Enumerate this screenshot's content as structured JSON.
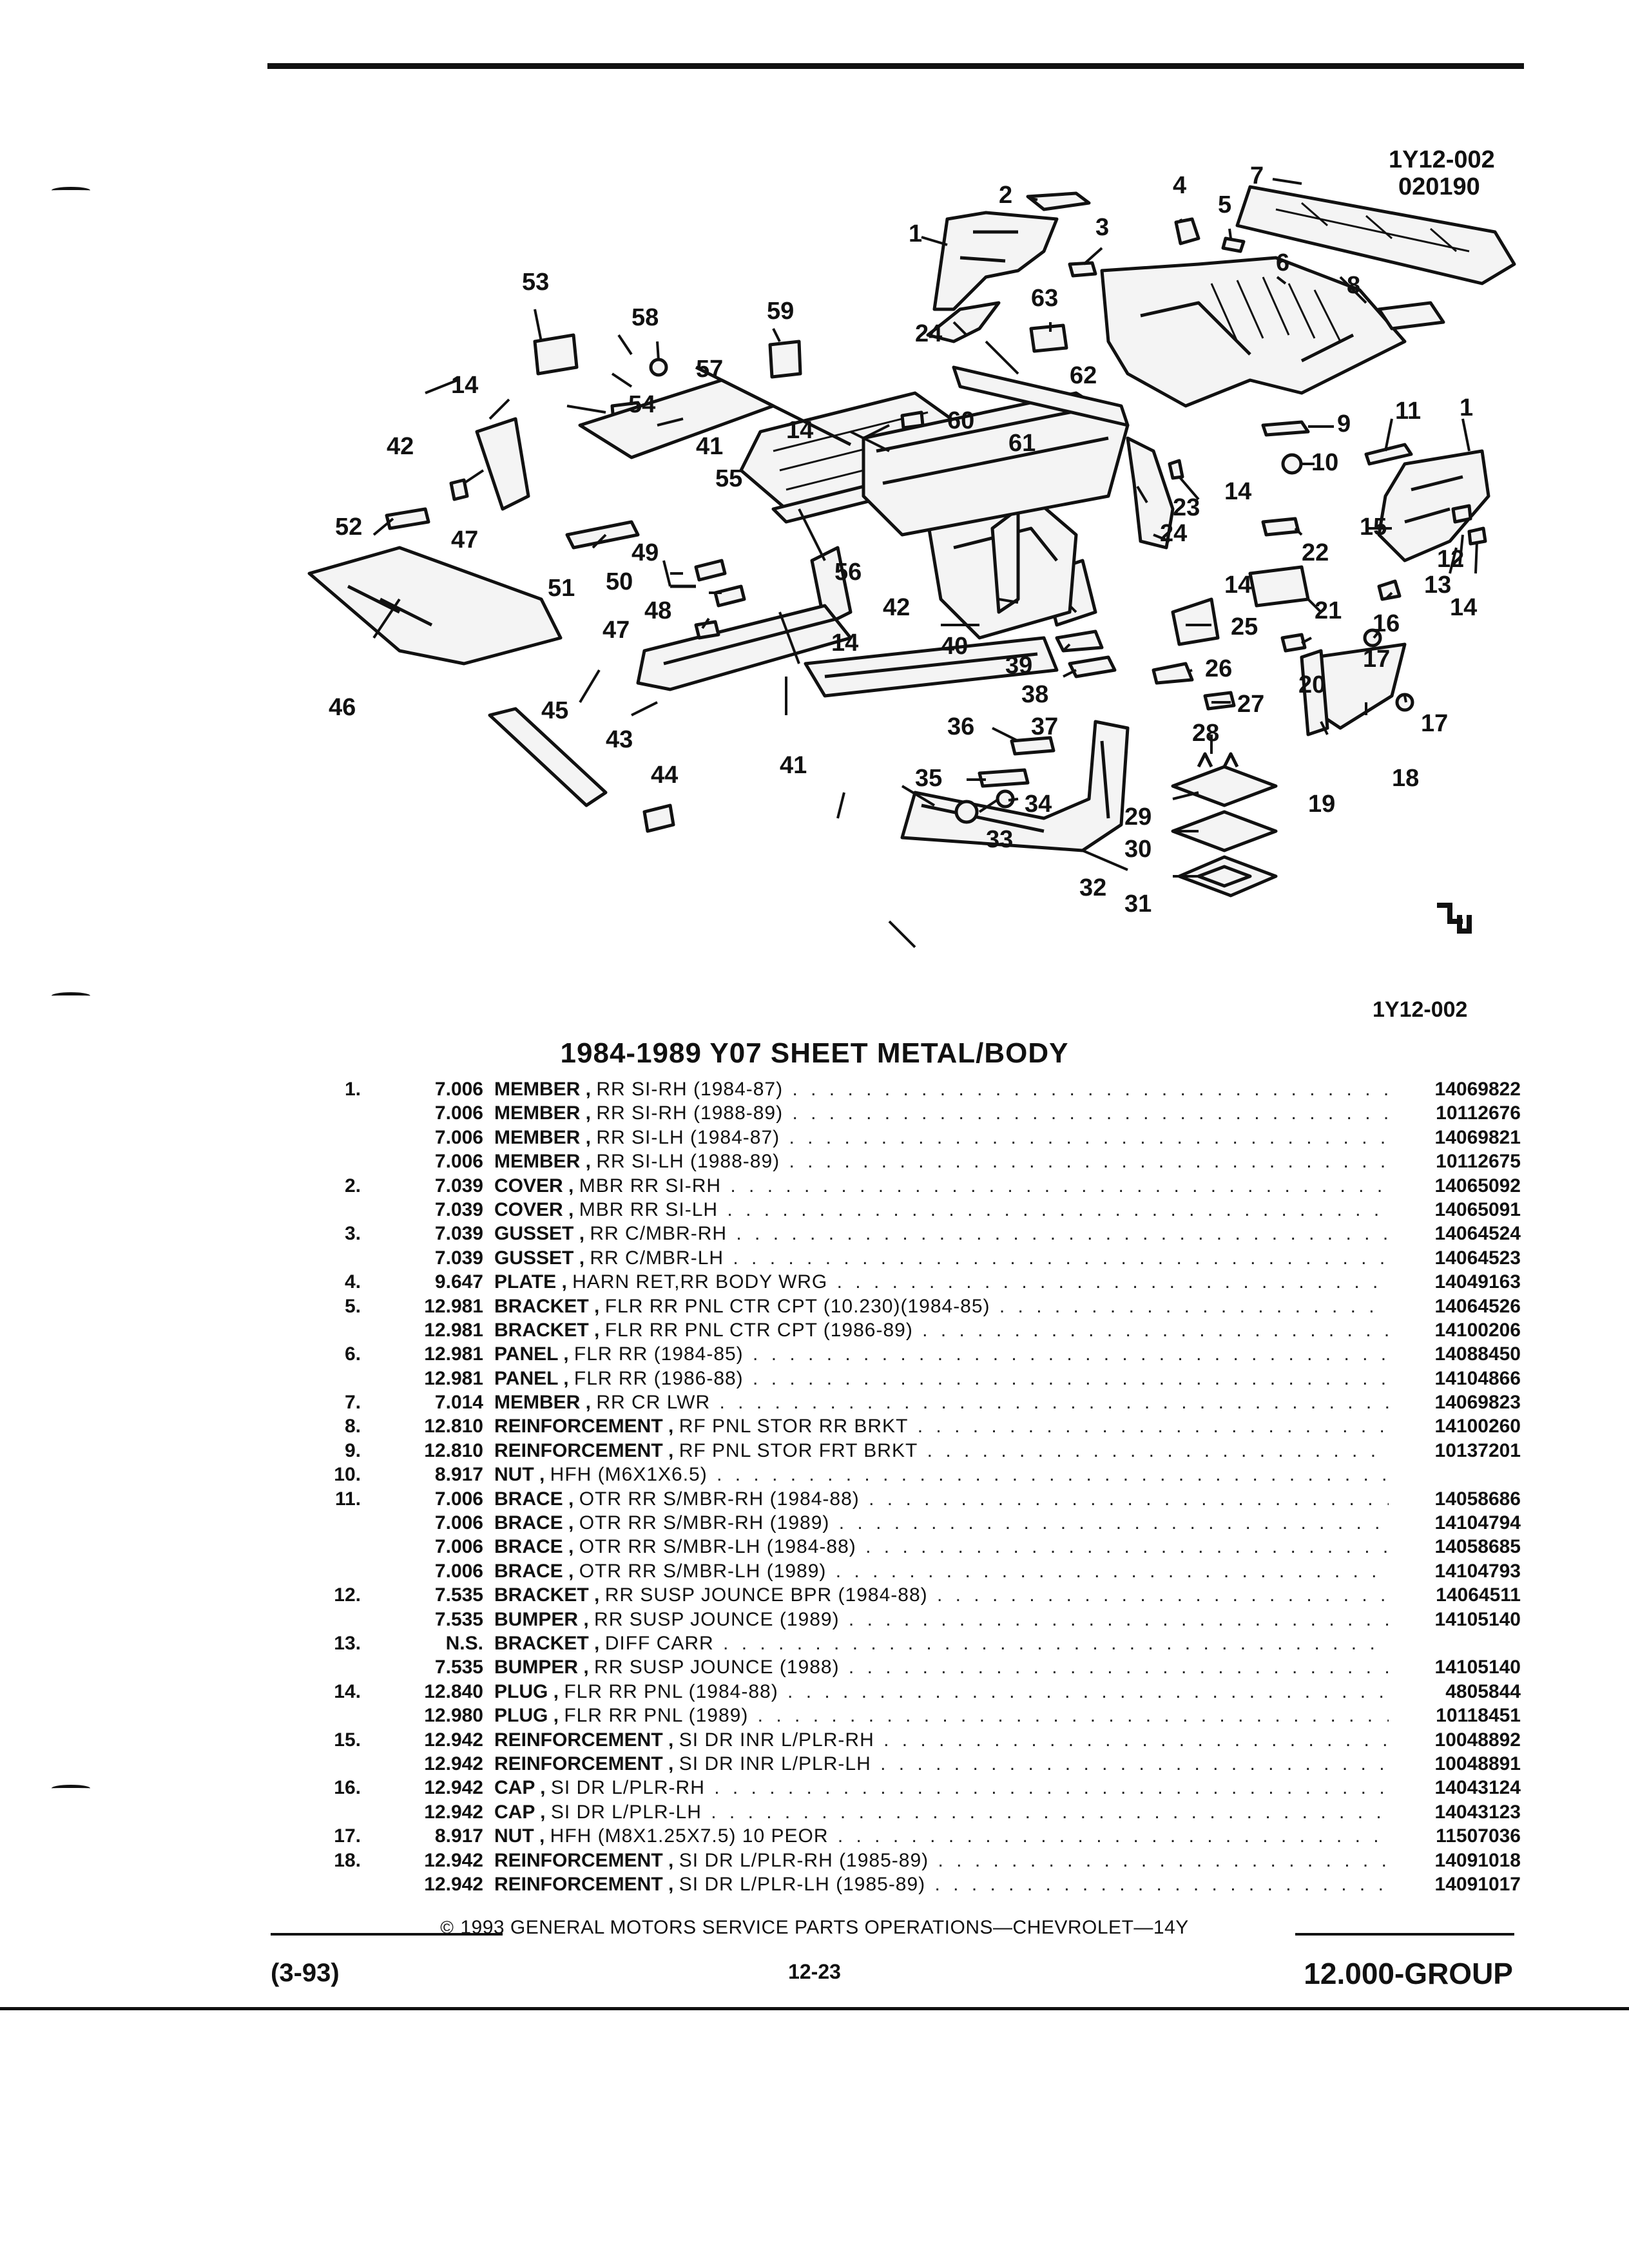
{
  "figure": {
    "ref_top": "1Y12-002",
    "ref_date": "020190",
    "ref_bottom": "1Y12-002",
    "callouts": [
      "1",
      "2",
      "3",
      "4",
      "5",
      "6",
      "7",
      "8",
      "9",
      "10",
      "11",
      "12",
      "13",
      "14",
      "15",
      "16",
      "17",
      "18",
      "19",
      "20",
      "21",
      "22",
      "23",
      "24",
      "25",
      "26",
      "27",
      "28",
      "29",
      "30",
      "31",
      "32",
      "33",
      "34",
      "35",
      "36",
      "37",
      "38",
      "39",
      "40",
      "41",
      "42",
      "43",
      "44",
      "45",
      "46",
      "47",
      "48",
      "49",
      "50",
      "51",
      "52",
      "53",
      "54",
      "55",
      "56",
      "57",
      "58",
      "59",
      "60",
      "61",
      "62",
      "63"
    ]
  },
  "title": "1984-1989 Y07 SHEET METAL/BODY",
  "parts": [
    {
      "num": "1.",
      "code": "7.006",
      "name": "MEMBER",
      "spec": "RR SI-RH (1984-87)",
      "pn": "14069822"
    },
    {
      "num": "",
      "code": "7.006",
      "name": "MEMBER",
      "spec": "RR SI-RH (1988-89)",
      "pn": "10112676"
    },
    {
      "num": "",
      "code": "7.006",
      "name": "MEMBER",
      "spec": "RR SI-LH (1984-87)",
      "pn": "14069821"
    },
    {
      "num": "",
      "code": "7.006",
      "name": "MEMBER",
      "spec": "RR SI-LH (1988-89)",
      "pn": "10112675"
    },
    {
      "num": "2.",
      "code": "7.039",
      "name": "COVER",
      "spec": "MBR RR SI-RH",
      "pn": "14065092"
    },
    {
      "num": "",
      "code": "7.039",
      "name": "COVER",
      "spec": "MBR RR SI-LH",
      "pn": "14065091"
    },
    {
      "num": "3.",
      "code": "7.039",
      "name": "GUSSET",
      "spec": "RR C/MBR-RH",
      "pn": "14064524"
    },
    {
      "num": "",
      "code": "7.039",
      "name": "GUSSET",
      "spec": "RR C/MBR-LH",
      "pn": "14064523"
    },
    {
      "num": "4.",
      "code": "9.647",
      "name": "PLATE",
      "spec": "HARN RET,RR BODY WRG",
      "pn": "14049163"
    },
    {
      "num": "5.",
      "code": "12.981",
      "name": "BRACKET",
      "spec": "FLR RR PNL CTR CPT (10.230)(1984-85)",
      "pn": "14064526"
    },
    {
      "num": "",
      "code": "12.981",
      "name": "BRACKET",
      "spec": "FLR RR PNL CTR CPT (1986-89)",
      "pn": "14100206"
    },
    {
      "num": "6.",
      "code": "12.981",
      "name": "PANEL",
      "spec": "FLR RR (1984-85)",
      "pn": "14088450"
    },
    {
      "num": "",
      "code": "12.981",
      "name": "PANEL",
      "spec": "FLR RR (1986-88)",
      "pn": "14104866"
    },
    {
      "num": "7.",
      "code": "7.014",
      "name": "MEMBER",
      "spec": "RR CR LWR",
      "pn": "14069823"
    },
    {
      "num": "8.",
      "code": "12.810",
      "name": "REINFORCEMENT",
      "spec": "RF PNL STOR RR BRKT",
      "pn": "14100260"
    },
    {
      "num": "9.",
      "code": "12.810",
      "name": "REINFORCEMENT",
      "spec": "RF PNL STOR FRT BRKT",
      "pn": "10137201"
    },
    {
      "num": "10.",
      "code": "8.917",
      "name": "NUT",
      "spec": "HFH (M6X1X6.5)",
      "pn": ""
    },
    {
      "num": "11.",
      "code": "7.006",
      "name": "BRACE",
      "spec": "OTR RR S/MBR-RH (1984-88)",
      "pn": "14058686"
    },
    {
      "num": "",
      "code": "7.006",
      "name": "BRACE",
      "spec": "OTR RR S/MBR-RH (1989)",
      "pn": "14104794"
    },
    {
      "num": "",
      "code": "7.006",
      "name": "BRACE",
      "spec": "OTR RR S/MBR-LH (1984-88)",
      "pn": "14058685"
    },
    {
      "num": "",
      "code": "7.006",
      "name": "BRACE",
      "spec": "OTR RR S/MBR-LH (1989)",
      "pn": "14104793"
    },
    {
      "num": "12.",
      "code": "7.535",
      "name": "BRACKET",
      "spec": "RR SUSP JOUNCE BPR (1984-88)",
      "pn": "14064511"
    },
    {
      "num": "",
      "code": "7.535",
      "name": "BUMPER",
      "spec": "RR SUSP JOUNCE (1989)",
      "pn": "14105140"
    },
    {
      "num": "13.",
      "code": "N.S.",
      "name": "BRACKET",
      "spec": "DIFF CARR",
      "pn": ""
    },
    {
      "num": "",
      "code": "7.535",
      "name": "BUMPER",
      "spec": "RR SUSP JOUNCE (1988)",
      "pn": "14105140"
    },
    {
      "num": "14.",
      "code": "12.840",
      "name": "PLUG",
      "spec": "FLR RR PNL (1984-88)",
      "pn": "4805844"
    },
    {
      "num": "",
      "code": "12.980",
      "name": "PLUG",
      "spec": "FLR RR PNL (1989)",
      "pn": "10118451"
    },
    {
      "num": "15.",
      "code": "12.942",
      "name": "REINFORCEMENT",
      "spec": "SI DR INR L/PLR-RH",
      "pn": "10048892"
    },
    {
      "num": "",
      "code": "12.942",
      "name": "REINFORCEMENT",
      "spec": "SI DR INR L/PLR-LH",
      "pn": "10048891"
    },
    {
      "num": "16.",
      "code": "12.942",
      "name": "CAP",
      "spec": "SI DR L/PLR-RH",
      "pn": "14043124"
    },
    {
      "num": "",
      "code": "12.942",
      "name": "CAP",
      "spec": "SI DR L/PLR-LH",
      "pn": "14043123"
    },
    {
      "num": "17.",
      "code": "8.917",
      "name": "NUT",
      "spec": "HFH (M8X1.25X7.5) 10 PEOR",
      "pn": "11507036"
    },
    {
      "num": "18.",
      "code": "12.942",
      "name": "REINFORCEMENT",
      "spec": "SI DR L/PLR-RH (1985-89)",
      "pn": "14091018"
    },
    {
      "num": "",
      "code": "12.942",
      "name": "REINFORCEMENT",
      "spec": "SI DR L/PLR-LH (1985-89)",
      "pn": "14091017"
    }
  ],
  "footer": {
    "copyright": "1993 GENERAL MOTORS SERVICE PARTS OPERATIONS—CHEVROLET—14Y",
    "copyright_symbol": "©",
    "date": "(3-93)",
    "page": "12-23",
    "group": "12.000-GROUP"
  },
  "icons": [
    "copyright-icon",
    "service-parts-logo-icon"
  ]
}
